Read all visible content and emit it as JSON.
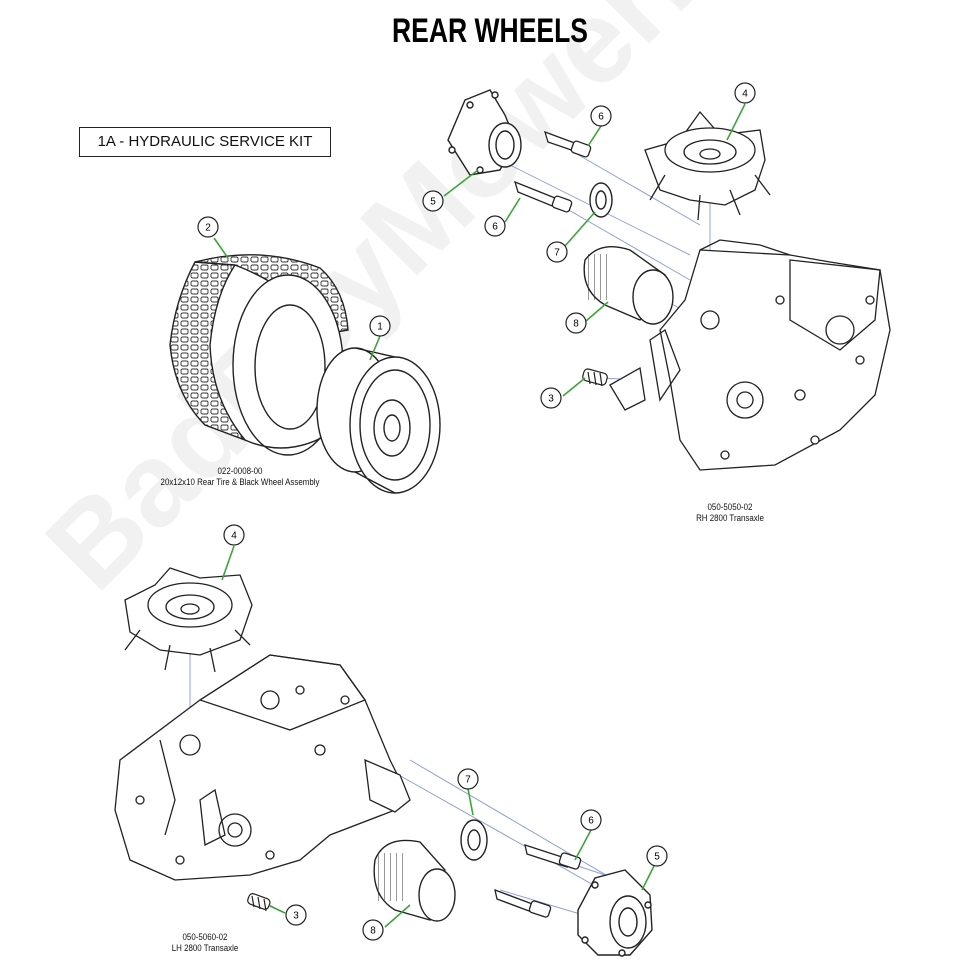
{
  "page": {
    "title": "REAR WHEELS",
    "kit_label": "1A - HYDRAULIC SERVICE KIT",
    "watermark": "BadBoyMowerParts.com"
  },
  "assemblies": {
    "wheel": {
      "part_number": "022-0008-00",
      "description": "20x12x10 Rear Tire & Black Wheel Assembly"
    },
    "rh_transaxle": {
      "part_number": "050-5050-02",
      "description": "RH 2800 Transaxle"
    },
    "lh_transaxle": {
      "part_number": "050-5060-02",
      "description": "LH 2800 Transaxle"
    }
  },
  "callouts": {
    "c1": "1",
    "c2": "2",
    "c3_rh": "3",
    "c4_rh": "4",
    "c5_rh": "5",
    "c6_rh_top": "6",
    "c6_rh_bottom": "6",
    "c7_rh": "7",
    "c8_rh": "8",
    "c4_lh": "4",
    "c7_lh": "7",
    "c6_lh": "6",
    "c5_lh": "5",
    "c3_lh": "3",
    "c8_lh": "8"
  },
  "colors": {
    "leader_green": "#3aa63a",
    "guide_blue": "#8fa0d8",
    "ink": "#222222"
  }
}
